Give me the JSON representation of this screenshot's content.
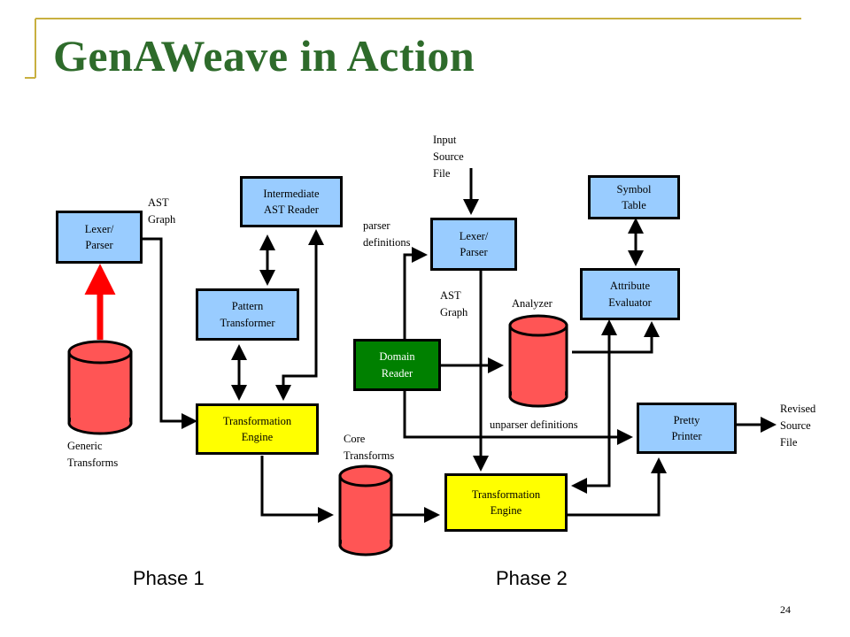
{
  "slide": {
    "title": "GenAWeave in Action",
    "page_number": "24",
    "accent_color": "#c8b040",
    "title_color": "#2e6b2b"
  },
  "boxes": {
    "lexer_parser_1": "Lexer/\nParser",
    "intermediate_ast_reader": "Intermediate\nAST Reader",
    "pattern_transformer": "Pattern\nTransformer",
    "transformation_engine_1": "Transformation\nEngine",
    "lexer_parser_2": "Lexer/\nParser",
    "symbol_table": "Symbol\nTable",
    "attribute_evaluator": "Attribute\nEvaluator",
    "domain_reader": "Domain\nReader",
    "pretty_printer": "Pretty\nPrinter",
    "transformation_engine_2": "Transformation\nEngine"
  },
  "labels": {
    "ast_graph_1": "AST\nGraph",
    "generic_transforms": "Generic\nTransforms",
    "core_transforms": "Core\nTransforms",
    "input_source_file": "Input\nSource\nFile",
    "parser_definitions": "parser\ndefinitions",
    "ast_graph_2": "AST\nGraph",
    "analyzer": "Analyzer",
    "unparser_definitions": "unparser definitions",
    "revised_source_file": "Revised\nSource\nFile"
  },
  "phases": {
    "phase_1": "Phase 1",
    "phase_2": "Phase 2"
  },
  "colors": {
    "parser_box": "#99ccff",
    "engine_box": "#ffff00",
    "domain_box": "#008000",
    "database": "#ff5555",
    "generic_arrow": "#ff0000"
  }
}
